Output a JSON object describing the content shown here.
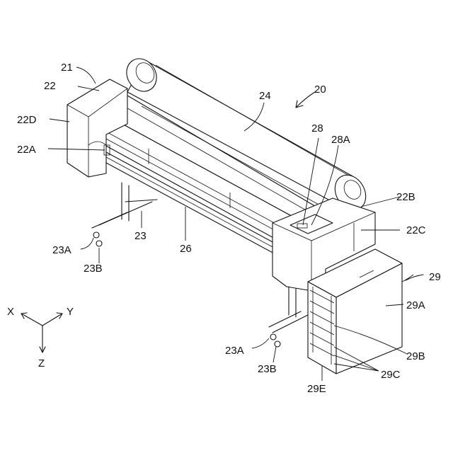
{
  "figure": {
    "reference_labels": {
      "printer": "20",
      "body": "21",
      "housing": "22",
      "housing_d": "22D",
      "housing_a": "22A",
      "housing_b": "22B",
      "housing_c": "22C",
      "roll": "24",
      "cartridge": "28",
      "cartridge_a": "28A",
      "stand": "23",
      "caster_a_left": "23A",
      "caster_b_left": "23B",
      "platen": "26",
      "tank_unit": "29",
      "tank_case": "29A",
      "tank_b": "29B",
      "tank_c": "29C",
      "tank_e": "29E",
      "caster_a_right": "23A",
      "caster_b_right": "23B"
    },
    "axes": {
      "x": "X",
      "y": "Y",
      "z": "Z"
    }
  }
}
